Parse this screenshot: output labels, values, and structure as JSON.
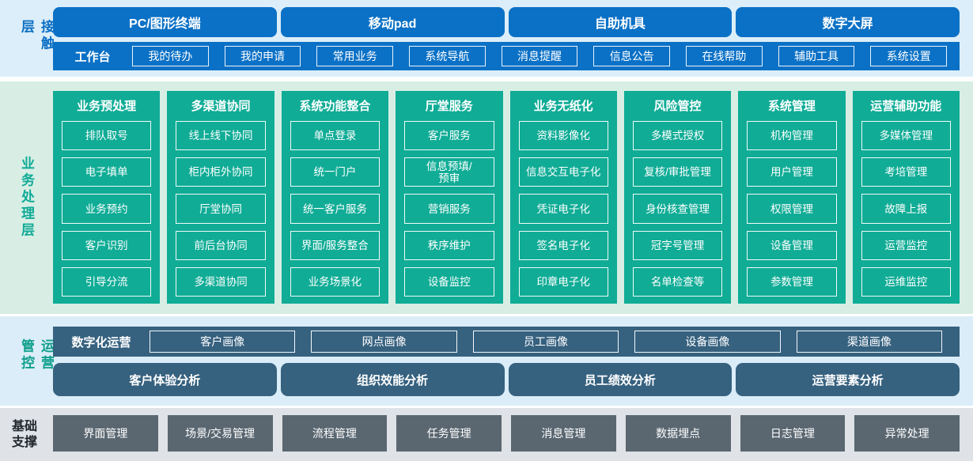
{
  "colors": {
    "brand_blue": "#0b71c6",
    "brand_green": "#10ac96",
    "slate_blue": "#36617f",
    "slate_gray": "#5a6771",
    "band_blue_bg": "#dceef9",
    "band_mint_bg": "#d8eee5",
    "band_gray_bg": "#dfe2e6"
  },
  "contact_layer": {
    "label": "接触层",
    "channels": [
      "PC/图形终端",
      "移动pad",
      "自助机具",
      "数字大屏"
    ],
    "workbench": {
      "label": "工作台",
      "items": [
        "我的待办",
        "我的申请",
        "常用业务",
        "系统导航",
        "消息提醒",
        "信息公告",
        "在线帮助",
        "辅助工具",
        "系统设置"
      ]
    }
  },
  "business_layer": {
    "label": "业务处理层",
    "columns": [
      {
        "title": "业务预处理",
        "items": [
          "排队取号",
          "电子填单",
          "业务预约",
          "客户识别",
          "引导分流"
        ]
      },
      {
        "title": "多渠道协同",
        "items": [
          "线上线下协同",
          "柜内柜外协同",
          "厅堂协同",
          "前后台协同",
          "多渠道协同"
        ]
      },
      {
        "title": "系统功能整合",
        "items": [
          "单点登录",
          "统一门户",
          "统一客户服务",
          "界面/服务整合",
          "业务场景化"
        ]
      },
      {
        "title": "厅堂服务",
        "items": [
          "客户服务",
          "信息预填/\n预审",
          "营销服务",
          "秩序维护",
          "设备监控"
        ]
      },
      {
        "title": "业务无纸化",
        "items": [
          "资料影像化",
          "信息交互电子化",
          "凭证电子化",
          "签名电子化",
          "印章电子化"
        ]
      },
      {
        "title": "风险管控",
        "items": [
          "多模式授权",
          "复核/审批管理",
          "身份核查管理",
          "冠字号管理",
          "名单检查等"
        ]
      },
      {
        "title": "系统管理",
        "items": [
          "机构管理",
          "用户管理",
          "权限管理",
          "设备管理",
          "参数管理"
        ]
      },
      {
        "title": "运营辅助功能",
        "items": [
          "多媒体管理",
          "考培管理",
          "故障上报",
          "运营监控",
          "运维监控"
        ]
      }
    ]
  },
  "operation_layer": {
    "label": "运营管控",
    "digital_operation": {
      "label": "数字化运营",
      "items": [
        "客户画像",
        "网点画像",
        "员工画像",
        "设备画像",
        "渠道画像"
      ]
    },
    "analysis": [
      "客户体验分析",
      "组织效能分析",
      "员工绩效分析",
      "运营要素分析"
    ]
  },
  "foundation_layer": {
    "label": "基础支撑",
    "items": [
      "界面管理",
      "场景/交易管理",
      "流程管理",
      "任务管理",
      "消息管理",
      "数据埋点",
      "日志管理",
      "异常处理"
    ]
  }
}
